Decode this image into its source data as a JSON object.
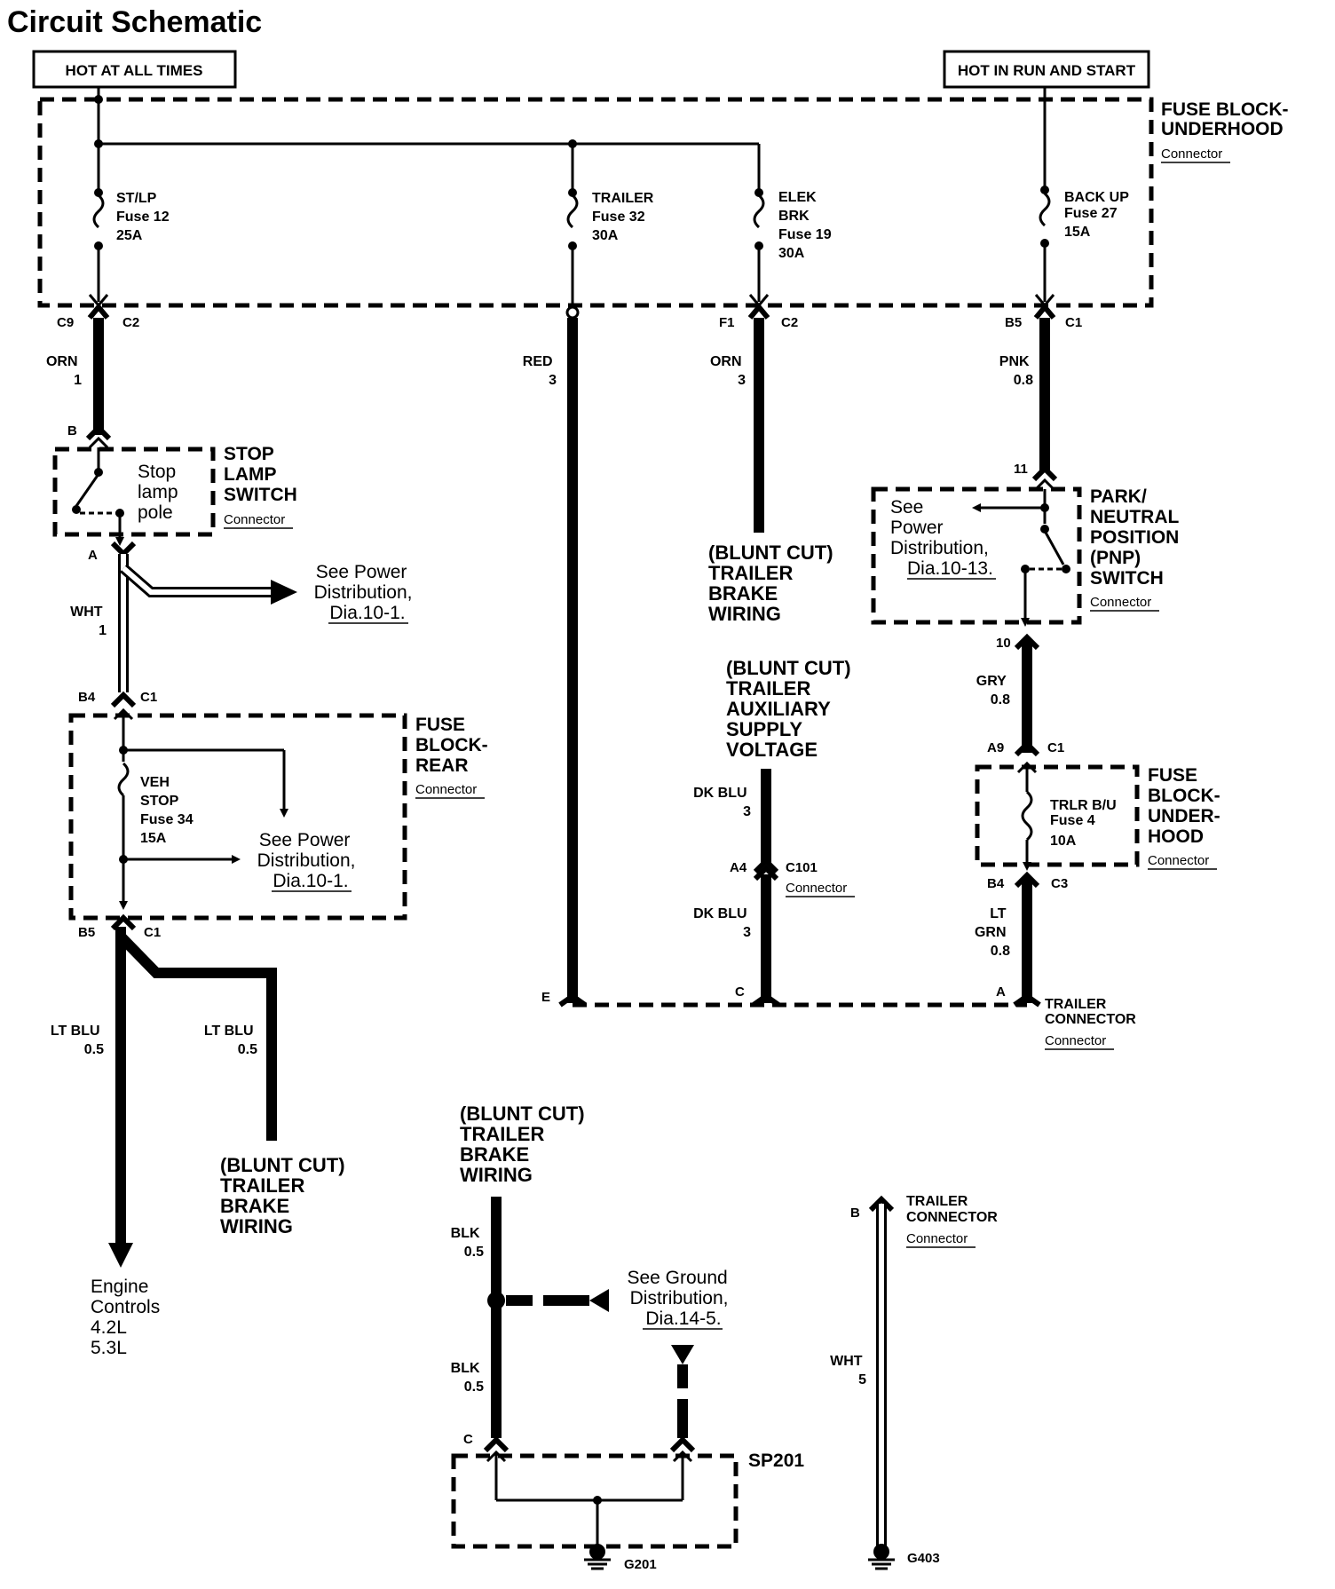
{
  "title": "Circuit Schematic",
  "power": {
    "hot_at_all_times": "HOT AT ALL TIMES",
    "hot_in_run": "HOT IN RUN AND START"
  },
  "fuse_block_underhood": {
    "name": [
      "FUSE BLOCK-",
      "UNDERHOOD"
    ],
    "connector": "Connector",
    "fuses": [
      {
        "lines": [
          "ST/LP",
          "Fuse 12",
          "25A"
        ]
      },
      {
        "lines": [
          "TRAILER",
          "Fuse 32",
          "30A"
        ]
      },
      {
        "lines": [
          "ELEK",
          "BRK",
          "Fuse 19",
          "30A"
        ]
      },
      {
        "lines": [
          "BACK UP",
          "Fuse 27",
          "15A"
        ]
      }
    ]
  },
  "pins": {
    "c9": "C9",
    "c2a": "C2",
    "f1": "F1",
    "c2b": "C2",
    "b5": "B5",
    "c1a": "C1",
    "b": "B",
    "a": "A",
    "b4": "B4",
    "c1b": "C1",
    "b5b": "B5",
    "c1c": "C1",
    "p11": "11",
    "p10": "10",
    "a9": "A9",
    "c1d": "C1",
    "b4b": "B4",
    "c3": "C3",
    "a4": "A4",
    "c101": "C101",
    "e": "E",
    "c": "C",
    "a_tc": "A",
    "b_tc": "B",
    "c_sp": "C"
  },
  "wires": {
    "orn1": [
      "ORN",
      "1"
    ],
    "red3": [
      "RED",
      "3"
    ],
    "orn3": [
      "ORN",
      "3"
    ],
    "pnk": [
      "PNK",
      "0.8"
    ],
    "wht1": [
      "WHT",
      "1"
    ],
    "gry": [
      "GRY",
      "0.8"
    ],
    "ltgrn": [
      "LT",
      "GRN",
      "0.8"
    ],
    "dkblu1": [
      "DK BLU",
      "3"
    ],
    "dkblu2": [
      "DK BLU",
      "3"
    ],
    "ltblu1": [
      "LT BLU",
      "0.5"
    ],
    "ltblu2": [
      "LT BLU",
      "0.5"
    ],
    "blk1": [
      "BLK",
      "0.5"
    ],
    "blk2": [
      "BLK",
      "0.5"
    ],
    "wht5": [
      "WHT",
      "5"
    ]
  },
  "stop_lamp_switch": {
    "name": [
      "STOP",
      "LAMP",
      "SWITCH"
    ],
    "inner": [
      "Stop",
      "lamp",
      "pole"
    ],
    "connector": "Connector"
  },
  "pnp_switch": {
    "name": [
      "PARK/",
      "NEUTRAL",
      "POSITION",
      "(PNP)",
      "SWITCH"
    ],
    "connector": "Connector",
    "ref": [
      "See",
      "Power",
      "Distribution,",
      "Dia.10-13."
    ]
  },
  "fuse_block_rear": {
    "name": [
      "FUSE",
      "BLOCK-",
      "REAR"
    ],
    "connector": "Connector",
    "fuse": [
      "VEH",
      "STOP",
      "Fuse 34",
      "15A"
    ]
  },
  "fuse_block_underhood2": {
    "name": [
      "FUSE",
      "BLOCK-",
      "UNDER-",
      "HOOD"
    ],
    "connector": "Connector",
    "fuse": [
      "TRLR B/U",
      "Fuse 4",
      "10A"
    ]
  },
  "refs": {
    "power1": [
      "See Power",
      "Distribution,",
      "Dia.10-1."
    ],
    "power2": [
      "See Power",
      "Distribution,",
      "Dia.10-1."
    ],
    "ground": [
      "See Ground",
      "Distribution,",
      "Dia.14-5."
    ]
  },
  "blunt": {
    "brake1": [
      "(BLUNT CUT)",
      "TRAILER",
      "BRAKE",
      "WIRING"
    ],
    "aux": [
      "(BLUNT CUT)",
      "TRAILER",
      "AUXILIARY",
      "SUPPLY",
      "VOLTAGE"
    ],
    "brake2": [
      "(BLUNT CUT)",
      "TRAILER",
      "BRAKE",
      "WIRING"
    ],
    "brake3": [
      "(BLUNT CUT)",
      "TRAILER",
      "BRAKE",
      "WIRING"
    ]
  },
  "c101_connector": "Connector",
  "trailer_connector": {
    "name": [
      "TRAILER",
      "CONNECTOR"
    ],
    "connector": "Connector"
  },
  "trailer_connector_b": {
    "name": [
      "TRAILER",
      "CONNECTOR"
    ],
    "connector": "Connector"
  },
  "engine_controls": [
    "Engine",
    "Controls",
    "4.2L",
    "5.3L"
  ],
  "sp201": "SP201",
  "grounds": {
    "g201": "G201",
    "g403": "G403"
  }
}
